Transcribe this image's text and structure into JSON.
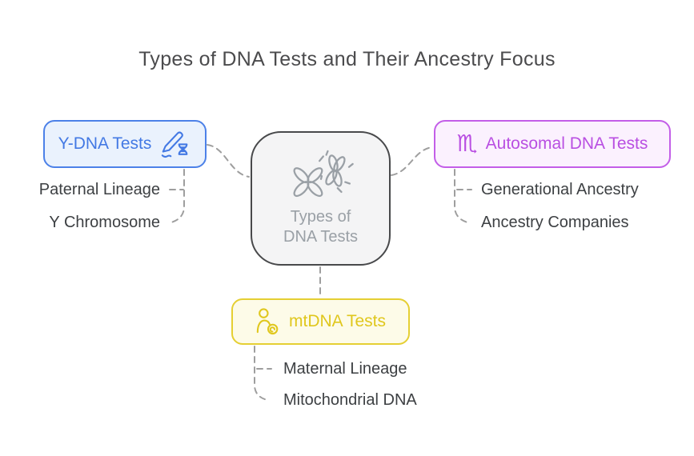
{
  "title": "Types of DNA Tests and Their Ancestry Focus",
  "hub": {
    "label_line1": "Types of",
    "label_line2": "DNA Tests",
    "icon": "chromosomes-icon"
  },
  "nodes": {
    "ydna": {
      "label": "Y-DNA Tests",
      "icon": "pen-dna-icon",
      "accent": "#4c81e8",
      "background": "#eaf2fd",
      "children": [
        "Paternal Lineage",
        "Y Chromosome"
      ]
    },
    "autosomal": {
      "label": "Autosomal DNA Tests",
      "icon": "scorpio-icon",
      "glyph": "♏",
      "accent": "#c35ee8",
      "background": "#fbf1fe",
      "children": [
        "Generational Ancestry",
        "Ancestry Companies"
      ]
    },
    "mtdna": {
      "label": "mtDNA Tests",
      "icon": "mother-child-icon",
      "accent": "#e5cf33",
      "background": "#fdfbe8",
      "children": [
        "Maternal Lineage",
        "Mitochondrial DNA"
      ]
    }
  },
  "palette": {
    "hub_border": "#48494b",
    "hub_background": "#f4f4f5",
    "hub_text": "#9aa0a6",
    "title_text": "#4b4b4d",
    "leaf_text": "#3d4043",
    "connector": "#9e9e9e"
  }
}
